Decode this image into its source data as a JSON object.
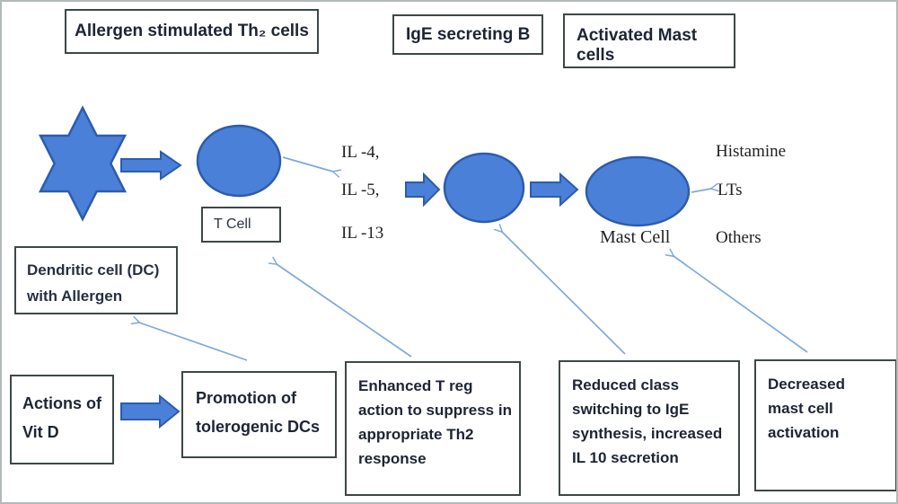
{
  "colors": {
    "shape_fill": "#4a80d8",
    "shape_stroke": "#2d5cae",
    "thin_arrow": "#7fa8dc",
    "box_border": "#3d4747",
    "text_dark": "#1d2434",
    "serif_text": "#1f1f1f"
  },
  "header_boxes": [
    {
      "label": "Allergen stimulated Th₂ cells"
    },
    {
      "label": "IgE secreting B"
    },
    {
      "label": "Activated Mast cells"
    }
  ],
  "cells": {
    "t_cell_label": "T Cell",
    "mast_cell_label": "Mast Cell"
  },
  "cytokines": [
    "IL -4,",
    "IL -5,",
    "IL -13"
  ],
  "mediators": [
    "Histamine",
    "LTs",
    "Others"
  ],
  "dendritic_box": {
    "lines": [
      "Dendritic cell (DC)",
      "with Allergen"
    ]
  },
  "actions_box": {
    "lines": [
      "Actions of",
      "Vit D"
    ]
  },
  "promotion_box": {
    "lines": [
      "Promotion of",
      "tolerogenic DCs"
    ]
  },
  "treg_box": {
    "lines": [
      "Enhanced T reg",
      "action to suppress in",
      "appropriate Th2",
      "response"
    ]
  },
  "ige_switch_box": {
    "lines": [
      "Reduced class",
      "switching to IgE",
      "synthesis, increased",
      "IL 10 secretion"
    ]
  },
  "mast_activation_box": {
    "lines": [
      "Decreased",
      "mast cell",
      "activation"
    ]
  }
}
